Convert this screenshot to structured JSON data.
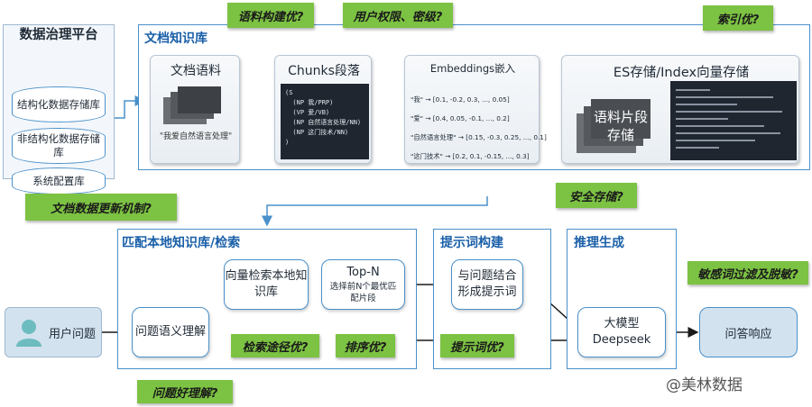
{
  "left_platform": {
    "title": "数据治理平台",
    "stores": [
      "结构化数据存储库",
      "非结构化数据存储库",
      "系统配置库"
    ]
  },
  "doc_kb": {
    "title": "文档知识库",
    "corpus_title": "文档语料",
    "corpus_caption": "\"我爱自然语言处理\"",
    "chunks_title": "Chunks段落",
    "chunks_code": [
      "(S",
      "  (NP 我/PRP)",
      "  (VP 爱/VB)",
      "  (NP 自然语言处理/NN)",
      "  (NP 这门技术/NN)",
      ")"
    ],
    "embeddings_title": "Embeddings嵌入",
    "embeddings_rows": [
      "\"我\" → [0.1, -0.2, 0.3, ..., 0.05]",
      "\"爱\" → [0.4, 0.05, -0.1, ..., 0.2]",
      "\"自然语言处理\" → [0.15, -0.3, 0.25, ..., 0.1]",
      "\"这门技术\" → [0.2, 0.1, -0.15, ..., 0.3]"
    ],
    "es_title": "ES存储/Index向量存储",
    "es_label": "语料片段存储"
  },
  "retrieval": {
    "title": "匹配本地知识库/检索",
    "vector_search": "向量检索本地知识库",
    "topn_title": "Top-N",
    "topn_desc": "选择前N个最优匹配片段",
    "question_understand": "问题语义理解"
  },
  "prompt": {
    "title": "提示词构建",
    "combine": "与问题结合形成提示词"
  },
  "inference": {
    "title": "推理生成",
    "model": "大模型Deepseek"
  },
  "user_question": "用户问题",
  "answer": "问答响应",
  "notes": {
    "corpus_build": "语料构建优?",
    "permission": "用户权限、密级?",
    "index": "索引优?",
    "security": "安全存储?",
    "update": "文档数据更新机制?",
    "search_path": "检索途径优?",
    "ranking": "排序优?",
    "prompt_opt": "提示词优?",
    "question_opt": "问题好理解?",
    "sensitive": "敏感词过滤及脱敏?"
  },
  "watermark": "@美林数据",
  "colors": {
    "panel_border": "#4a90c9",
    "title_blue": "#1a5fa8",
    "note_green": "#7cc243",
    "code_bg": "#1f2630"
  }
}
